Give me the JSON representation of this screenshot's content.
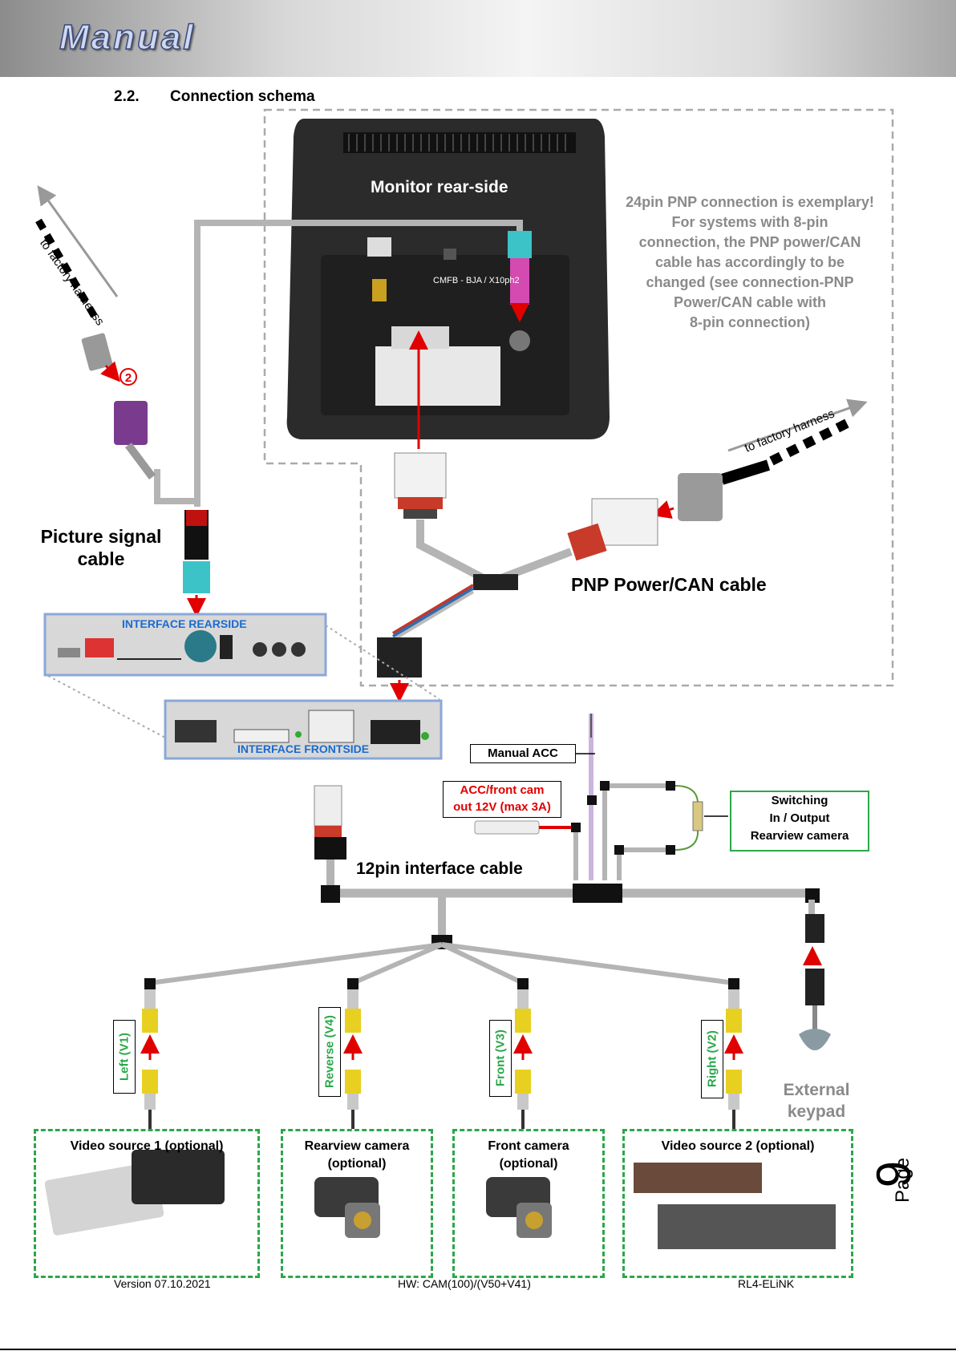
{
  "header": {
    "title": "Manual"
  },
  "section": {
    "number": "2.2.",
    "title": "Connection schema"
  },
  "monitor": {
    "label": "Monitor rear-side",
    "model": "CMFB - BJA / X10ph2"
  },
  "note": {
    "lines": [
      "24pin PNP connection is exemplary!",
      "For systems with 8-pin",
      "connection, the PNP power/CAN",
      "cable has accordingly to be",
      "changed (see connection-PNP",
      "Power/CAN cable with",
      "8-pin connection)"
    ]
  },
  "factory_left": "to factory harneass",
  "factory_right": "to factory harness",
  "badge": "2",
  "picture_signal": {
    "line1": "Picture signal",
    "line2": "cable"
  },
  "pnp_label": "PNP Power/CAN cable",
  "interface_rear": "INTERFACE REARSIDE",
  "interface_front": "INTERFACE FRONTSIDE",
  "manual_acc": "Manual ACC",
  "acc_front": {
    "line1": "ACC/front cam",
    "line2": "out  12V (max 3A)"
  },
  "switching": {
    "line1": "Switching",
    "line2": "In / Output",
    "line3": "Rearview camera"
  },
  "cable_12pin": "12pin interface cable",
  "inputs": [
    {
      "label": "Left (V1)",
      "source_line1": "Video source 1 (optional)",
      "source_line2": ""
    },
    {
      "label": "Reverse (V4)",
      "source_line1": "Rearview camera",
      "source_line2": "(optional)"
    },
    {
      "label": "Front  (V3)",
      "source_line1": "Front camera",
      "source_line2": "(optional)"
    },
    {
      "label": "Right  (V2)",
      "source_line1": "Video source 2 (optional)",
      "source_line2": ""
    }
  ],
  "keypad": {
    "line1": "External",
    "line2": "keypad"
  },
  "footer": {
    "version": "Version  07.10.2021",
    "hw": "HW: CAM(100)/(V50+V41)",
    "product": "RL4-ELiNK"
  },
  "page": {
    "word": "Page",
    "number": "9"
  },
  "colors": {
    "arrow": "#e00000",
    "cable": "#b4b4b4",
    "green": "#2aa84a",
    "note": "#8a8a8a",
    "blue": "#1a6bd0"
  }
}
